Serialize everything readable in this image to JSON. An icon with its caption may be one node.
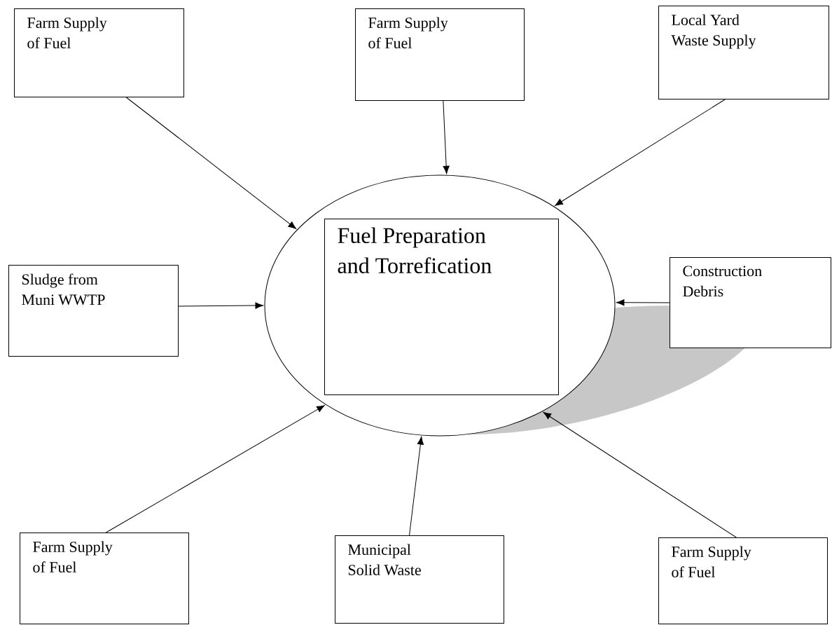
{
  "diagram": {
    "nodes": [
      {
        "text": [
          "Farm Supply of Fuel"
        ]
      },
      {
        "text": [
          "Farm Supply of Fuel"
        ]
      },
      {
        "text": [
          "Local Yard Waste Supply"
        ]
      },
      {
        "text": [],
        "shape": "ellipse"
      },
      {
        "text": [
          "Fuel Preparation and Torrefication"
        ],
        "in": 3
      },
      {
        "text": [
          "Sludge from Muni WWTP"
        ]
      },
      {
        "text": [
          "Construction Debris"
        ]
      },
      {
        "text": [
          "Farm Supply of Fuel"
        ]
      },
      {
        "text": [
          "Municipal Solid Waste"
        ]
      },
      {
        "text": [
          "Farm Supply of Fuel"
        ]
      }
    ],
    "edges": [
      {
        "from": 0,
        "to": 3,
        "arrow": "to"
      },
      {
        "from": 1,
        "to": 3,
        "arrow": "to"
      },
      {
        "from": 2,
        "to": 3,
        "arrow": "to"
      },
      {
        "from": 5,
        "to": 3,
        "arrow": "to"
      },
      {
        "from": 6,
        "to": 3,
        "arrow": "to"
      },
      {
        "from": 7,
        "to": 3,
        "arrow": "to"
      },
      {
        "from": 8,
        "to": 3,
        "arrow": "to"
      },
      {
        "from": 9,
        "to": 3,
        "arrow": "to"
      }
    ]
  }
}
